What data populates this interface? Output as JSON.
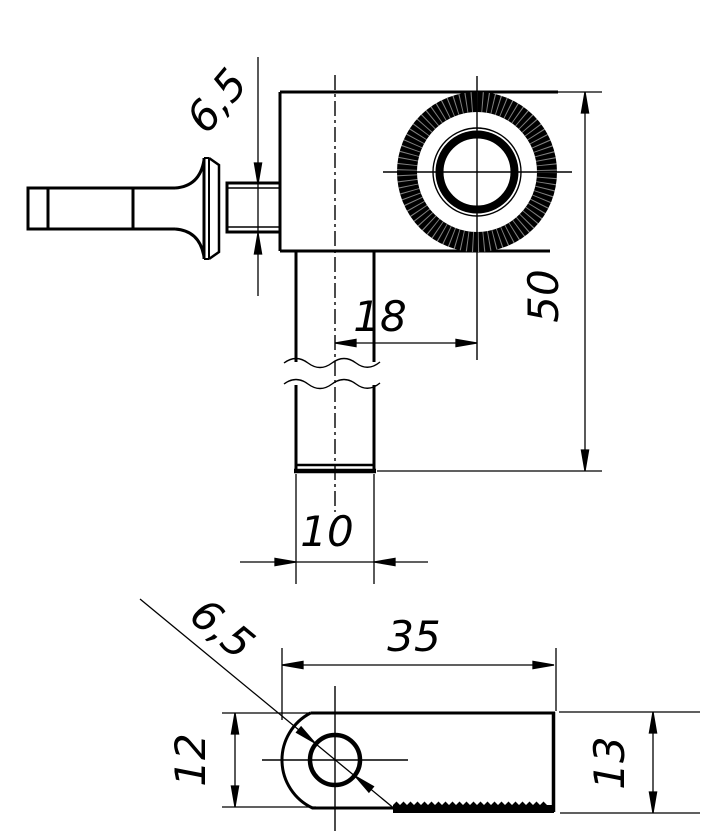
{
  "colors": {
    "line": "#000000",
    "background": "#ffffff"
  },
  "front_view": {
    "dim_stem_diameter": "6,5",
    "dim_hole_offset": "18",
    "dim_overall_height": "50",
    "dim_shaft_diameter": "10"
  },
  "plan_view": {
    "dim_hole_diameter": "6,5",
    "dim_plate_length": "35",
    "dim_plate_width": "12",
    "dim_plate_thickness": "13"
  }
}
